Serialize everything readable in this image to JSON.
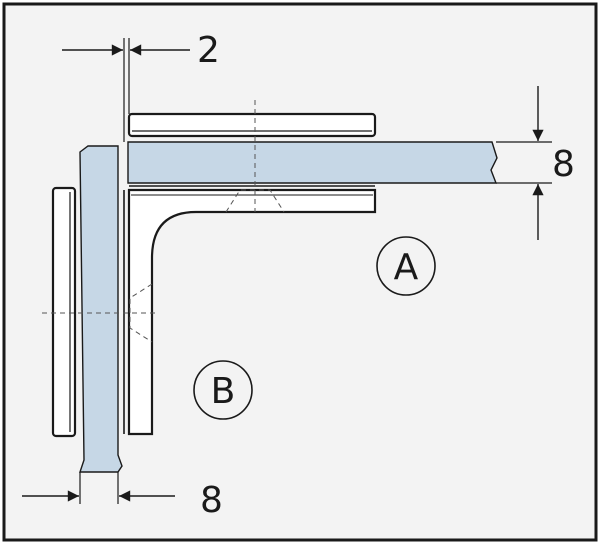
{
  "dimensions": {
    "gap": "2",
    "glass_a_thickness": "8",
    "glass_b_thickness": "8"
  },
  "labels": {
    "panel_a": "A",
    "panel_b": "B"
  },
  "colors": {
    "background": "#f3f3f3",
    "frame": "#1a1a1a",
    "glass": "#c6d7e6",
    "metal": "#ffffff",
    "line": "#1a1a1a"
  }
}
